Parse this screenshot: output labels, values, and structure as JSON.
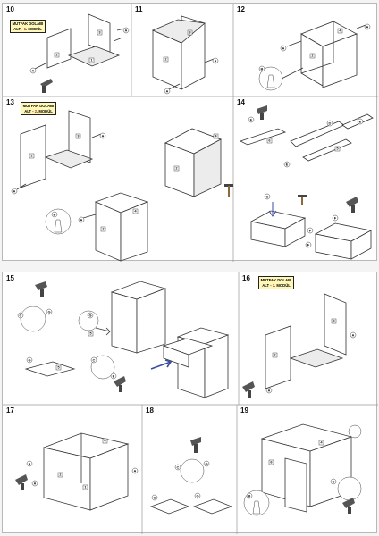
{
  "steps": {
    "s10": "10",
    "s11": "11",
    "s12": "12",
    "s13": "13",
    "s14": "14",
    "s15": "15",
    "s16": "16",
    "s17": "17",
    "s18": "18",
    "s19": "19"
  },
  "module_tags": {
    "tag_1": {
      "line1": "MUTFAK DOLABI",
      "prefix": "ALT - ",
      "number": "1",
      "suffix": ". MODÜL"
    },
    "tag_2": {
      "line1": "MUTFAK DOLABI",
      "prefix": "ALT - ",
      "number": "2",
      "suffix": ". MODÜL"
    },
    "tag_3": {
      "line1": "MUTFAK DOLABI",
      "prefix": "ALT - ",
      "number": "3",
      "suffix": ". MODÜL"
    }
  },
  "callouts": {
    "A": "A",
    "B": "B",
    "C": "C",
    "D": "D",
    "E": "E",
    "F": "F",
    "G": "G",
    "p1": "1",
    "p2": "2",
    "p3": "3",
    "p4": "4",
    "p5": "5",
    "p6": "6"
  },
  "colors": {
    "tag_bg": "#fff8b8",
    "tag_red": "#d01818",
    "drawer_arrow": "#3a4ea0"
  },
  "icons": [
    "drill-icon",
    "hammer-icon",
    "screw-icon",
    "hand-icon",
    "arrow-icon"
  ]
}
